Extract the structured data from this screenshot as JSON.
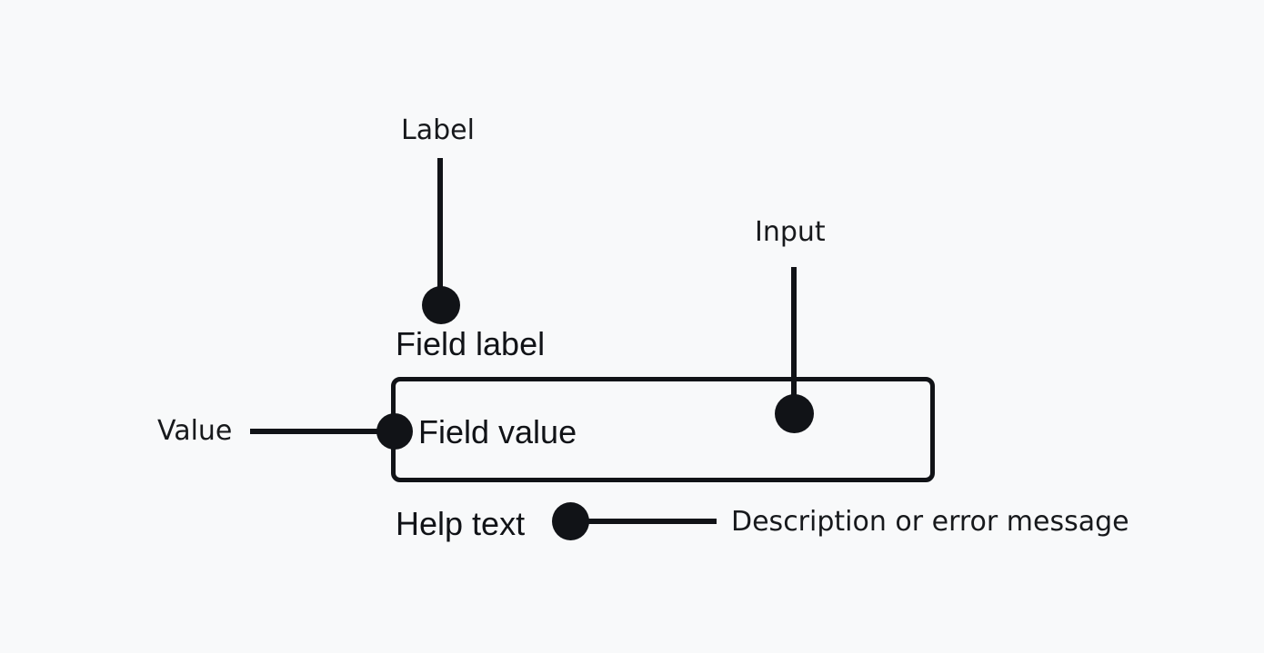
{
  "diagram": {
    "colors": {
      "background": "#f8f9fa",
      "ink": "#111317"
    },
    "annotations": {
      "label": "Label",
      "input": "Input",
      "value": "Value",
      "help": "Description or error message"
    },
    "field": {
      "label": "Field label",
      "value": "Field value",
      "help_text": "Help text"
    }
  }
}
